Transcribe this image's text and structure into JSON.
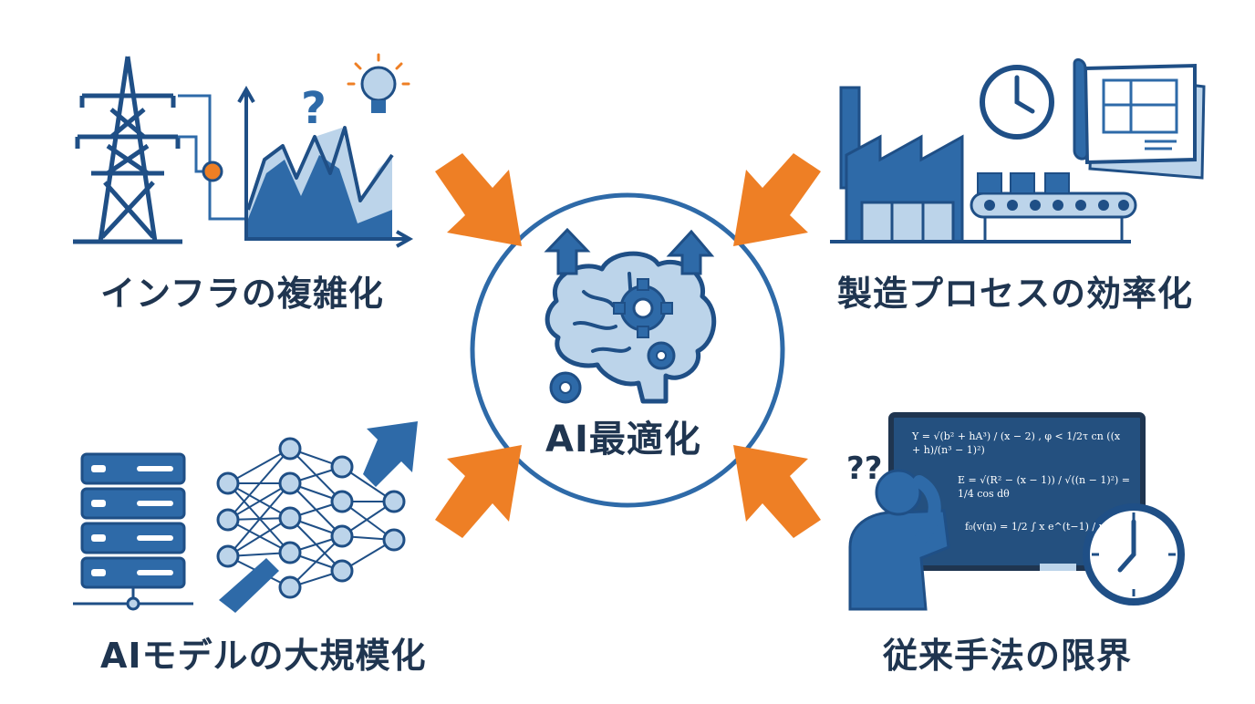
{
  "center": {
    "label": "AI最適化"
  },
  "quadrants": {
    "infra": {
      "label": "インフラの複雑化"
    },
    "manufacturing": {
      "label": "製造プロセスの効率化"
    },
    "ai_model": {
      "label": "AIモデルの大規模化"
    },
    "legacy": {
      "label": "従来手法の限界"
    }
  },
  "blackboard": {
    "line1": "Y = √(b² + hA³) / (x − 2) , φ < 1/2τ cn ((x + h)/(n³ − 1)²)",
    "line2": "E = √(R² − (x − 1)) / √((n − 1)²) = 1/4 cos dθ",
    "line3": "f₀(v(n) = 1/2 ∫ x e^(t−1) / rR"
  },
  "colors": {
    "navy": "#1f4f86",
    "blue": "#2e6aa8",
    "light_blue": "#bcd4ea",
    "orange": "#ee7f25",
    "text": "#1f3550",
    "board": "#24507f"
  }
}
